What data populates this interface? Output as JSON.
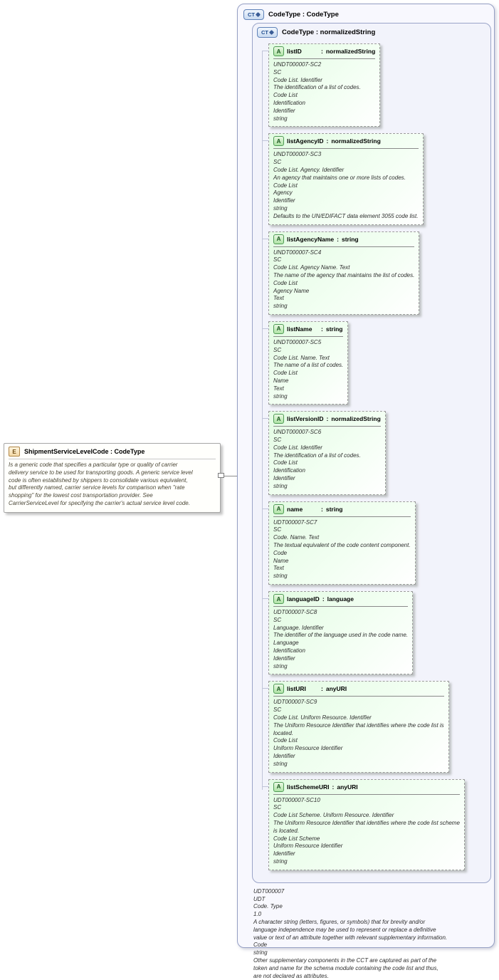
{
  "separator": ":",
  "icons": {
    "element": "E",
    "complex_type": "CT",
    "attribute": "A"
  },
  "element": {
    "title": "ShipmentServiceLevelCode : CodeType",
    "description": "Is a generic code that specifies a particular type or quality of carrier\ndelivery service to be used for transporting goods.  A generic service level\ncode is often established by shippers to consolidate various equivalent,\nbut differently named, carrier service levels for comparison when \"rate\nshopping\" for the lowest cost transportation provider.  See\nCarrierServiceLevel for specifying the carrier's actual service level code."
  },
  "outer": {
    "title": "CodeType : CodeType"
  },
  "inner": {
    "title": "CodeType : normalizedString"
  },
  "attributes": [
    {
      "name": "listID",
      "type": "normalizedString",
      "desc": "UNDT000007-SC2\nSC\nCode List. Identifier\nThe identification of a list of codes.\nCode List\nIdentification\nIdentifier\nstring"
    },
    {
      "name": "listAgencyID",
      "type": "normalizedString",
      "desc": "UNDT000007-SC3\nSC\nCode List. Agency. Identifier\nAn agency that maintains one or more lists of codes.\nCode List\nAgency\nIdentifier\nstring\nDefaults to the UN/EDIFACT data element 3055 code list."
    },
    {
      "name": "listAgencyName",
      "type": "string",
      "desc": "UNDT000007-SC4\nSC\nCode List. Agency Name. Text\nThe name of the agency that maintains the list of codes.\nCode List\nAgency Name\nText\nstring"
    },
    {
      "name": "listName",
      "type": "string",
      "desc": "UNDT000007-SC5\nSC\nCode List. Name. Text\nThe name of a list of codes.\nCode List\nName\nText\nstring"
    },
    {
      "name": "listVersionID",
      "type": "normalizedString",
      "desc": "UNDT000007-SC6\nSC\nCode List. Identifier\nThe identification of a list of codes.\nCode List\nIdentification\nIdentifier\nstring"
    },
    {
      "name": "name",
      "type": "string",
      "desc": "UDT000007-SC7\nSC\nCode. Name. Text\nThe textual equivalent of the code content component.\nCode\nName\nText\nstring"
    },
    {
      "name": "languageID",
      "type": "language",
      "desc": "UDT000007-SC8\nSC\nLanguage. Identifier\nThe identifier of the language used in the code name.\nLanguage\nIdentification\nIdentifier\nstring"
    },
    {
      "name": "listURI",
      "type": "anyURI",
      "desc": "UDT000007-SC9\nSC\nCode List. Uniform Resource. Identifier\nThe Uniform Resource Identifier that identifies where the code list is\nlocated.\nCode List\nUniform Resource Identifier\nIdentifier\nstring"
    },
    {
      "name": "listSchemeURI",
      "type": "anyURI",
      "desc": "UDT000007-SC10\nSC\nCode List Scheme. Uniform Resource. Identifier\nThe Uniform Resource Identifier that identifies where the code list scheme\nis located.\nCode List Scheme\nUniform Resource Identifier\nIdentifier\nstring"
    }
  ],
  "footer": "UDT000007\nUDT\nCode. Type\n1.0\nA character string (letters, figures, or symbols) that for brevity and/or\nlanguage independence may be used to represent or replace a definitive\nvalue or text of an attribute together with relevant supplementary information.\nCode\nstring\nOther supplementary components in the CCT are captured as part of the\ntoken and name for the schema module containing the code list and thus,\nare not declared as attributes.",
  "colors": {
    "attribute_box_green": "#E3FBE3",
    "container_lavender": "#F2F3FB",
    "ct_icon_blue": "#5F82B8",
    "a_icon_green": "#4F9B55",
    "e_icon_tan": "#B08648"
  }
}
